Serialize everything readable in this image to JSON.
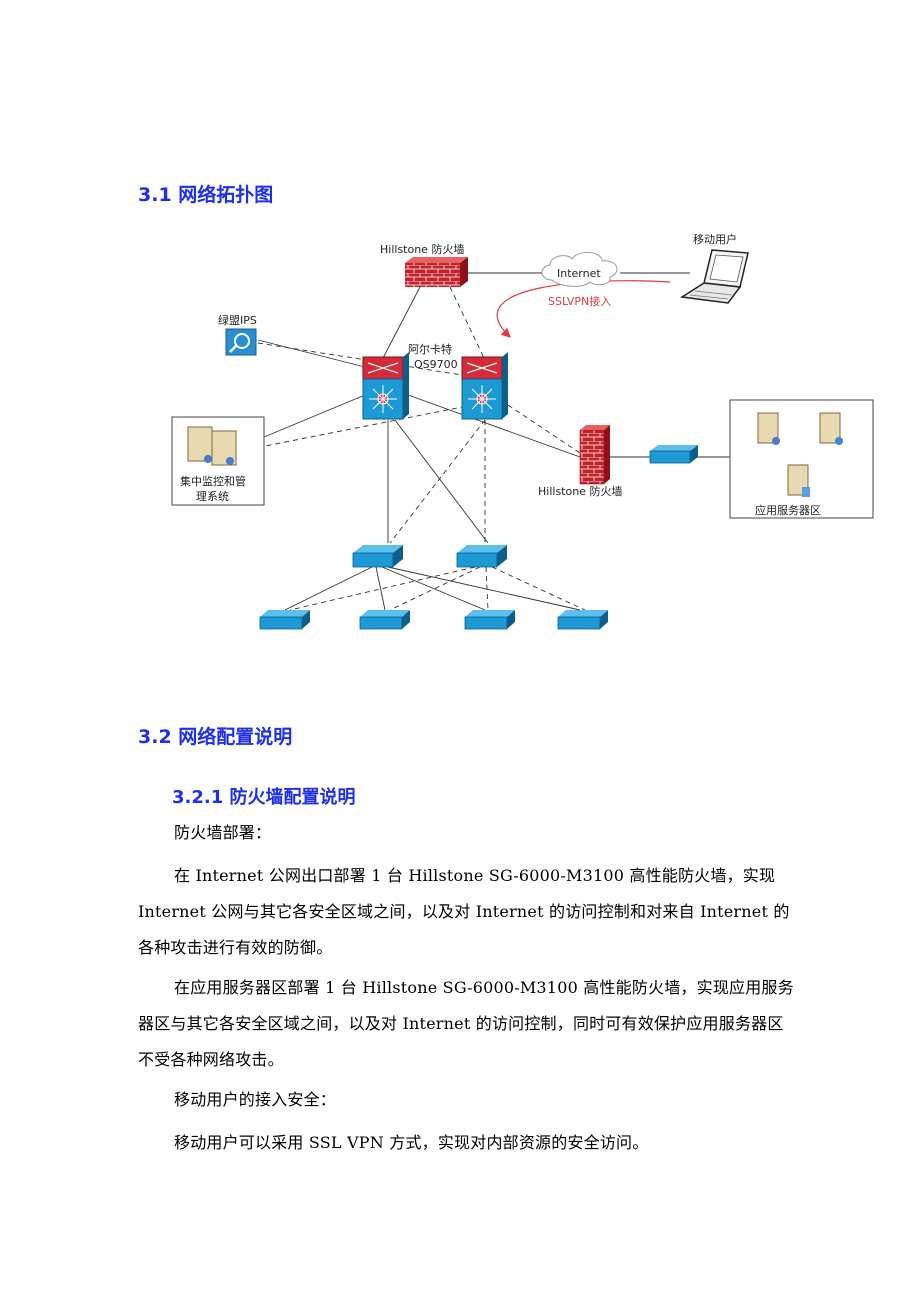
{
  "section_31": {
    "title": "3.1 网络拓扑图"
  },
  "diagram": {
    "hillstone_top_label": "Hillstone 防火墙",
    "mobile_user_label": "移动用户",
    "internet_label": "Internet",
    "sslvpn_label": "SSLVPN接入",
    "ips_label": "绿盟IPS",
    "core_label_line1": "阿尔卡特",
    "core_label_line2": "OS9700",
    "monitor_label_line1": "集中监控和管",
    "monitor_label_line2": "理系统",
    "hillstone_right_label": "Hillstone 防火墙",
    "app_zone_label": "应用服务器区",
    "colors": {
      "firewall": "#c8202a",
      "switch": "#1d9ad6",
      "vpn_line": "#e23a3a"
    }
  },
  "section_32": {
    "title": "3.2  网络配置说明"
  },
  "section_321": {
    "title": "3.2.1  防火墙配置说明"
  },
  "paragraphs": {
    "p1": "防火墙部署：",
    "p2": "在 Internet 公网出口部署 1 台 Hillstone SG-6000-M3100 高性能防火墙，实现 Internet 公网与其它各安全区域之间，以及对 Internet 的访问控制和对来自 Internet 的各种攻击进行有效的防御。",
    "p3": "在应用服务器区部署 1 台 Hillstone SG-6000-M3100 高性能防火墙，实现应用服务器区与其它各安全区域之间，以及对 Internet 的访问控制，同时可有效保护应用服务器区不受各种网络攻击。",
    "p4": "移动用户的接入安全：",
    "p5": "移动用户可以采用 SSL VPN 方式，实现对内部资源的安全访问。"
  }
}
